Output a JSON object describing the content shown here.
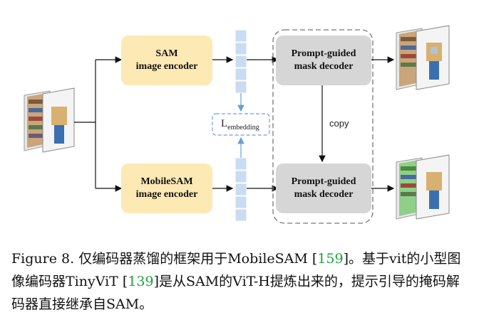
{
  "diagram": {
    "sam_encoder": {
      "line1": "SAM",
      "line2": "image encoder"
    },
    "mobilesam_encoder": {
      "line1": "MobileSAM",
      "line2": "image encoder"
    },
    "decoder_top": {
      "line1": "Prompt-guided",
      "line2": "mask decoder"
    },
    "decoder_bottom": {
      "line1": "Prompt-guided",
      "line2": "mask decoder"
    },
    "loss_main": "L",
    "loss_sub": "embedding",
    "copy_label": "copy"
  },
  "caption": {
    "part1": "Figure 8.  仅编码器蒸馏的框架用于MobileSAM [",
    "ref1": "159",
    "part2": "]。基于vit的小型图像编码器TinyViT [",
    "ref2": "139",
    "part3": "]是从SAM的ViT-H提炼出来的，提示引导的掩码解码器直接继承自SAM。"
  }
}
